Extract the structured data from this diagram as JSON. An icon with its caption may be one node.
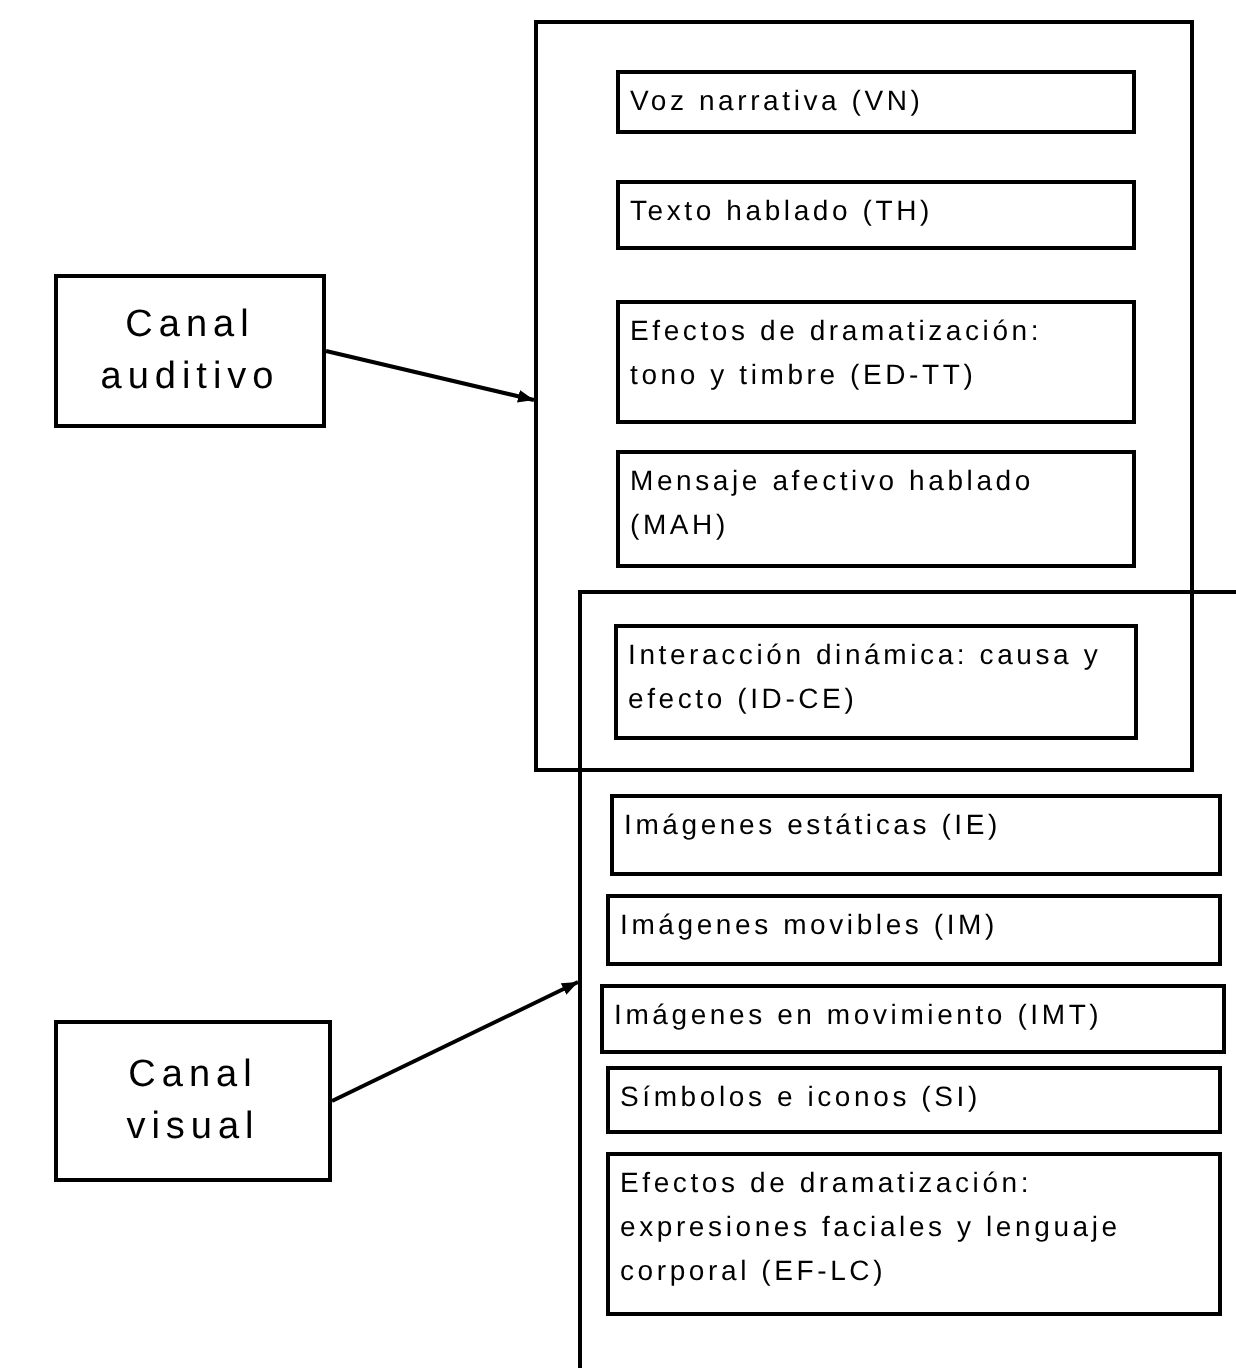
{
  "diagram": {
    "nodes": [
      {
        "text": [],
        "shape": "box"
      },
      {
        "text": [
          "Voz narrativa (VN)"
        ],
        "in": 0
      },
      {
        "text": [
          "Texto hablado (TH)"
        ],
        "in": 0
      },
      {
        "text": [
          "Efectos de dramatización: tono y timbre (ED-TT)"
        ],
        "in": 0
      },
      {
        "text": [
          "Mensaje afectivo hablado (MAH)"
        ],
        "in": 0
      },
      {
        "text": [
          "Canal auditivo"
        ]
      },
      {
        "text": [],
        "shape": "box"
      },
      {
        "text": [
          "Interacción dinámica: causa y efecto (ID-CE)"
        ]
      },
      {
        "text": [
          "Imágenes estáticas (IE)"
        ],
        "in": 6
      },
      {
        "text": [
          "Imágenes movibles (IM)"
        ],
        "in": 6
      },
      {
        "text": [
          "Imágenes en movimiento (IMT)"
        ],
        "in": 6
      },
      {
        "text": [
          "Símbolos e iconos (SI)"
        ],
        "in": 6
      },
      {
        "text": [
          "Efectos de dramatización: expresiones faciales y lenguaje corporal (EF-LC)"
        ],
        "in": 6
      },
      {
        "text": [
          "Canal visual"
        ]
      }
    ],
    "edges": [
      {
        "from": 5,
        "to": 0,
        "arrow": "to"
      },
      {
        "from": 13,
        "to": 6,
        "arrow": "to"
      }
    ]
  }
}
